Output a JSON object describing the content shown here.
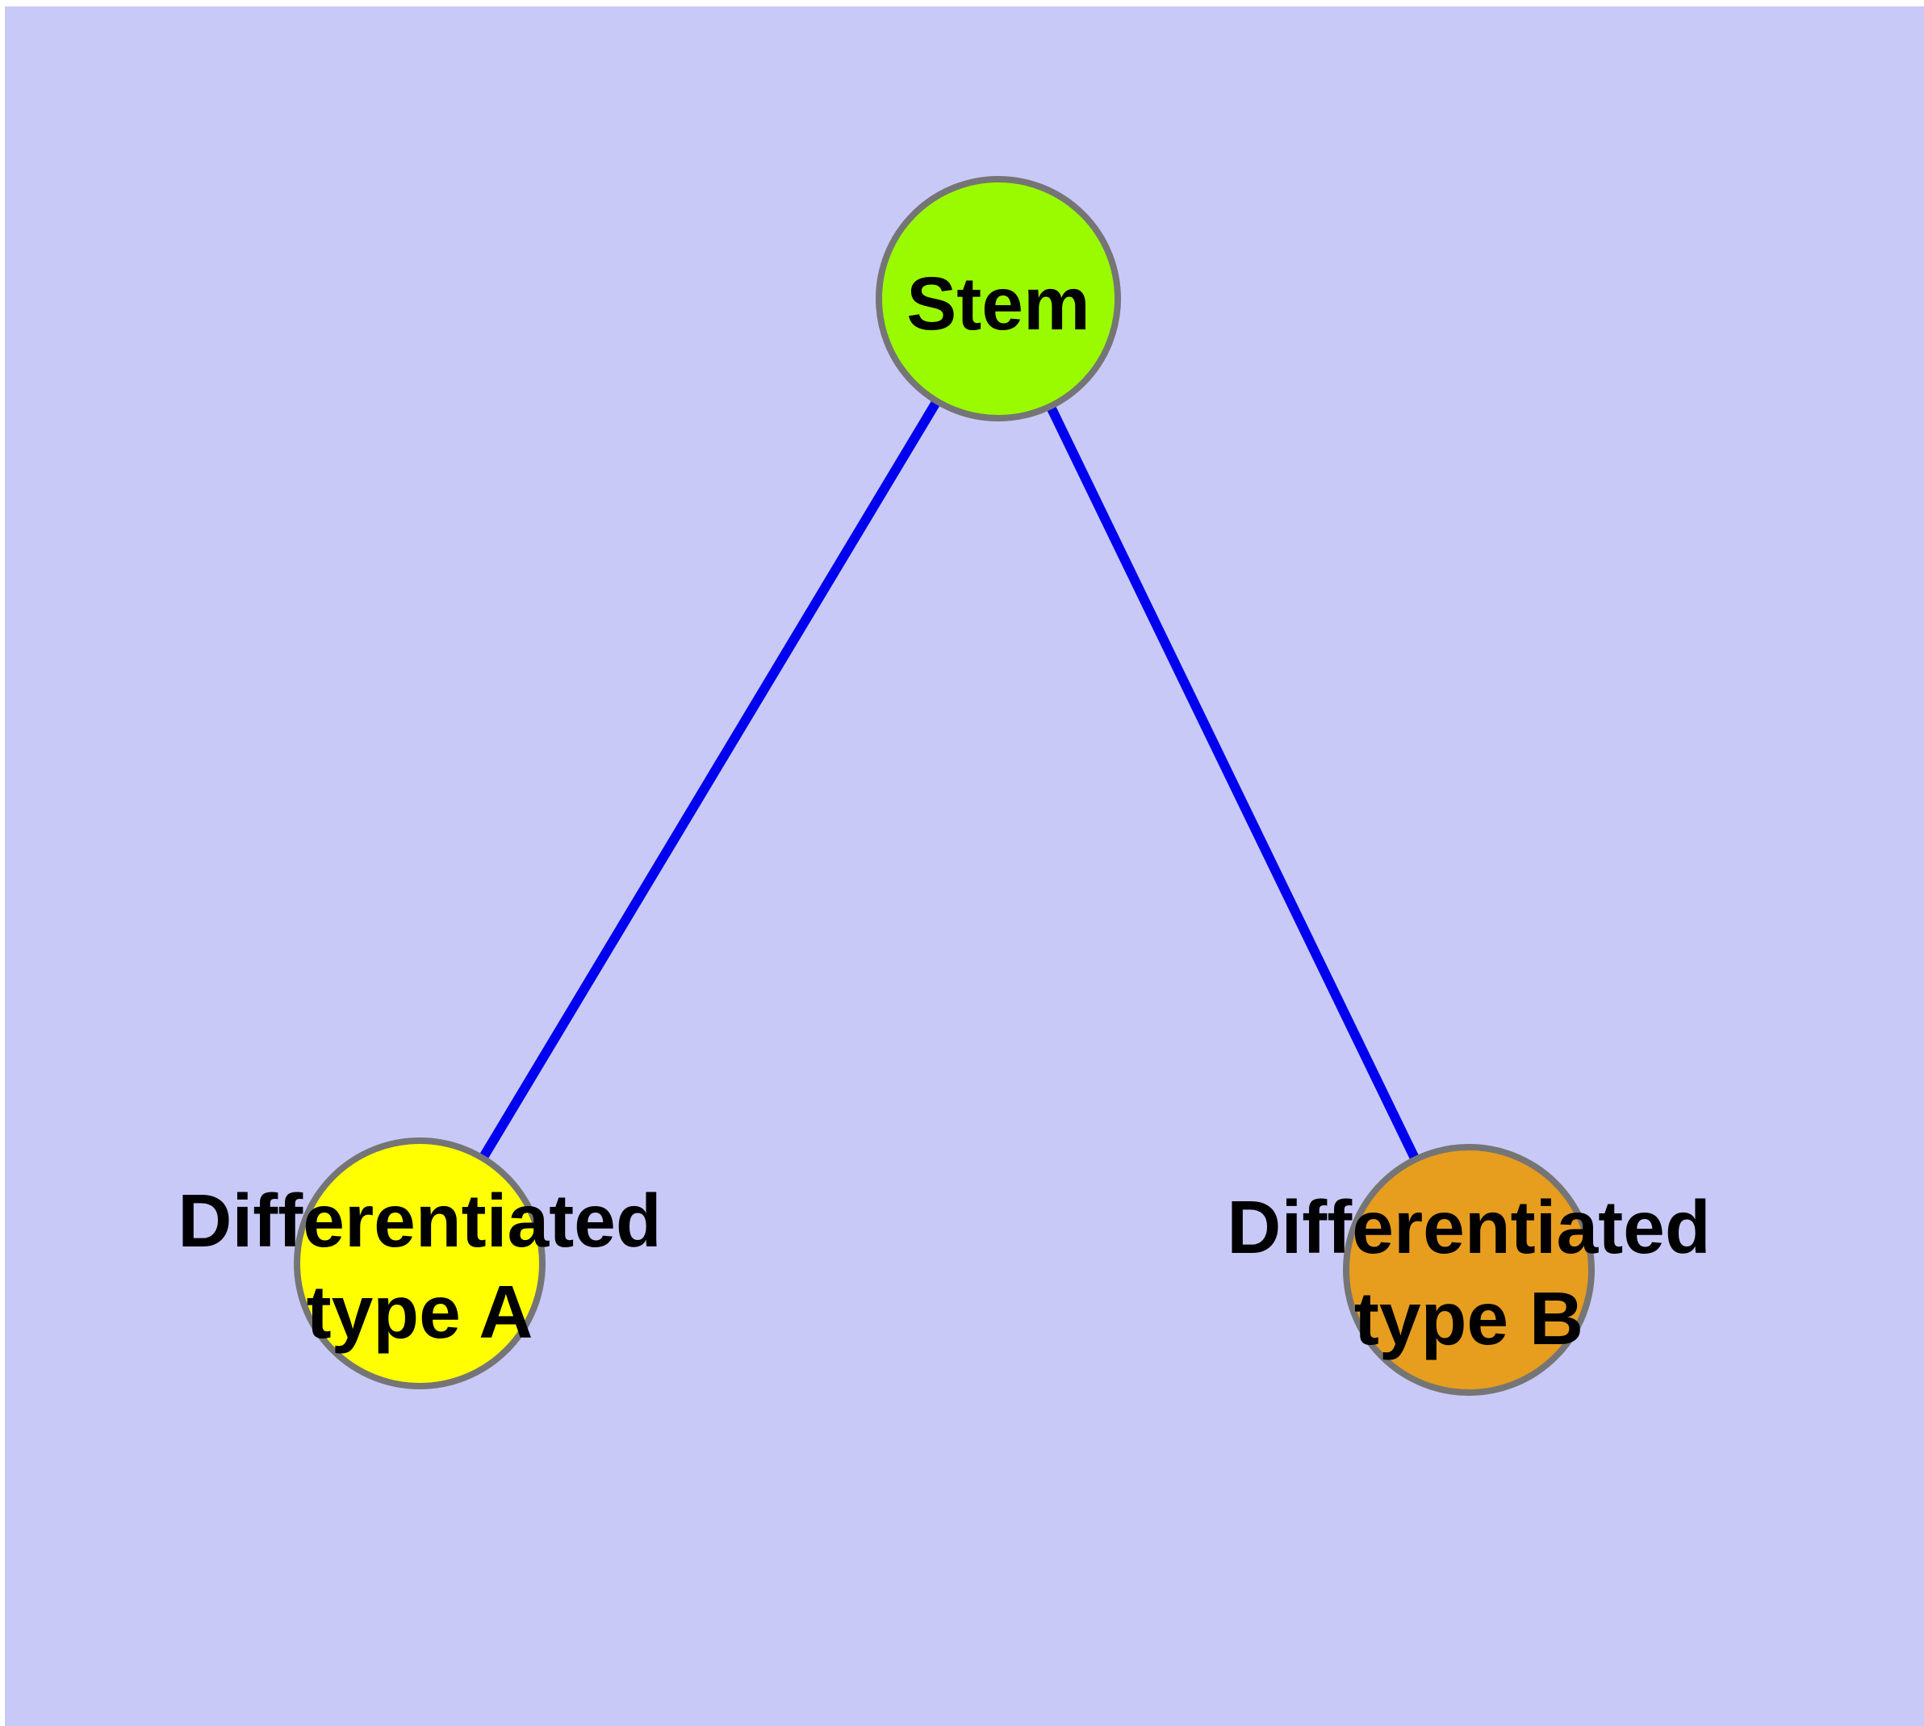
{
  "diagram": {
    "type": "node-link-graph",
    "background_color": "#c9c9f8",
    "margin_color": "#ffffff",
    "edge_color": "#0000ee",
    "node_border_color": "#757575",
    "label_color": "#000000",
    "nodes": [
      {
        "id": "stem",
        "label": "Stem",
        "fill": "#9afb00"
      },
      {
        "id": "differentiated-type-a",
        "label": "Differentiated type A",
        "label_lines": [
          "Differentiated",
          "type A"
        ],
        "fill": "#ffff00"
      },
      {
        "id": "differentiated-type-b",
        "label": "Differentiated type B",
        "label_lines": [
          "Differentiated",
          "type B"
        ],
        "fill": "#e79d1e"
      }
    ],
    "edges": [
      {
        "from": "stem",
        "to": "differentiated-type-a"
      },
      {
        "from": "stem",
        "to": "differentiated-type-b"
      }
    ]
  }
}
